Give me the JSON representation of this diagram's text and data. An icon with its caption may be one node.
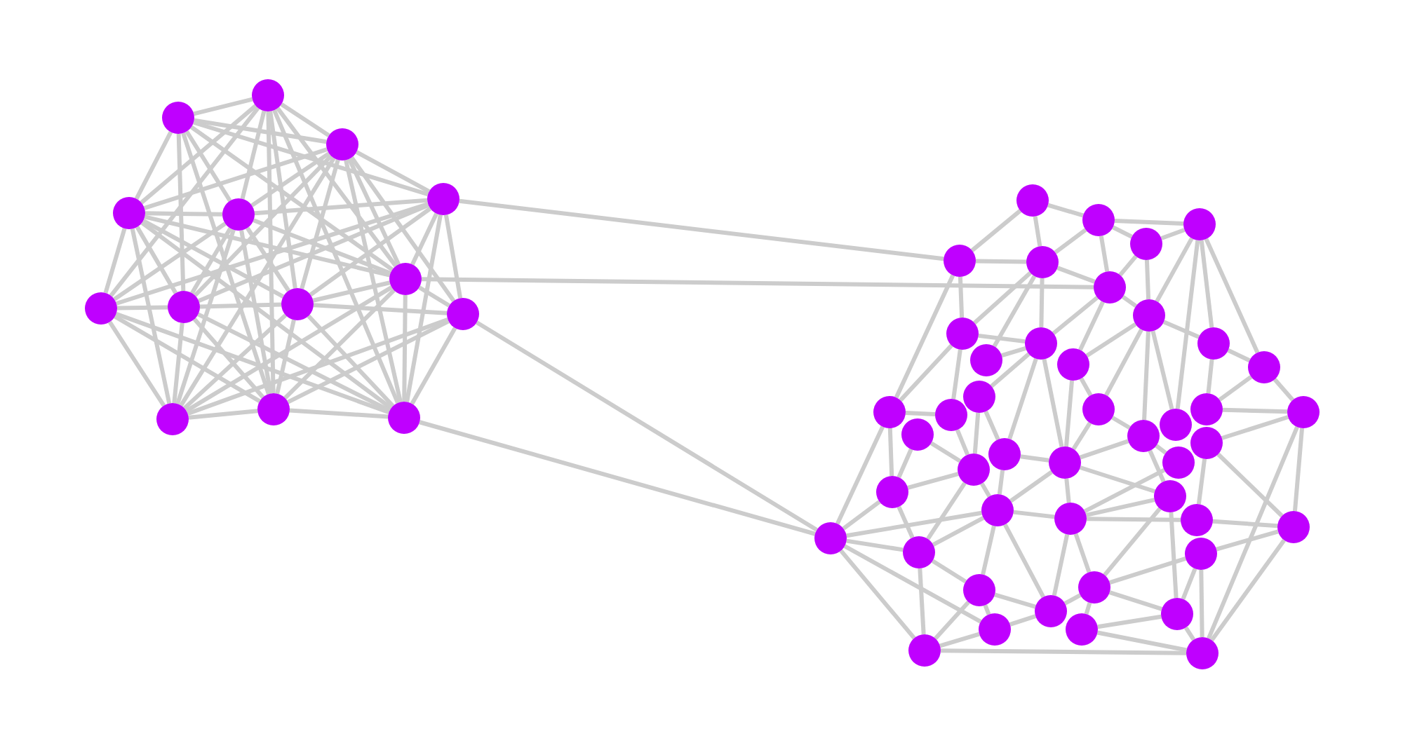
{
  "diagram": {
    "nodes": [
      {
        "text": [],
        "shape": "circle"
      },
      {
        "text": [],
        "shape": "circle"
      },
      {
        "text": [],
        "shape": "circle"
      },
      {
        "text": [],
        "shape": "circle"
      },
      {
        "text": [],
        "shape": "circle"
      },
      {
        "text": [],
        "shape": "circle"
      },
      {
        "text": [],
        "shape": "circle"
      },
      {
        "text": [],
        "shape": "circle"
      },
      {
        "text": [],
        "shape": "circle"
      },
      {
        "text": [],
        "shape": "circle"
      },
      {
        "text": [],
        "shape": "circle"
      },
      {
        "text": [],
        "shape": "circle"
      },
      {
        "text": [],
        "shape": "circle"
      },
      {
        "text": [],
        "shape": "circle"
      },
      {
        "text": [],
        "shape": "circle"
      },
      {
        "text": [],
        "shape": "circle"
      },
      {
        "text": [],
        "shape": "circle"
      },
      {
        "text": [],
        "shape": "circle"
      },
      {
        "text": [],
        "shape": "circle"
      },
      {
        "text": [],
        "shape": "circle"
      },
      {
        "text": [],
        "shape": "circle"
      },
      {
        "text": [],
        "shape": "circle"
      },
      {
        "text": [],
        "shape": "circle"
      },
      {
        "text": [],
        "shape": "circle"
      },
      {
        "text": [],
        "shape": "circle"
      },
      {
        "text": [],
        "shape": "circle"
      },
      {
        "text": [],
        "shape": "circle"
      },
      {
        "text": [],
        "shape": "circle"
      },
      {
        "text": [],
        "shape": "circle"
      },
      {
        "text": [],
        "shape": "circle"
      },
      {
        "text": [],
        "shape": "circle"
      },
      {
        "text": [],
        "shape": "circle"
      },
      {
        "text": [],
        "shape": "circle"
      },
      {
        "text": [],
        "shape": "circle"
      },
      {
        "text": [],
        "shape": "circle"
      },
      {
        "text": [],
        "shape": "circle"
      },
      {
        "text": [],
        "shape": "circle"
      },
      {
        "text": [],
        "shape": "circle"
      },
      {
        "text": [],
        "shape": "circle"
      },
      {
        "text": [],
        "shape": "circle"
      },
      {
        "text": [],
        "shape": "circle"
      },
      {
        "text": [],
        "shape": "circle"
      },
      {
        "text": [],
        "shape": "circle"
      },
      {
        "text": [],
        "shape": "circle"
      },
      {
        "text": [],
        "shape": "circle"
      },
      {
        "text": [],
        "shape": "circle"
      },
      {
        "text": [],
        "shape": "circle"
      },
      {
        "text": [],
        "shape": "circle"
      },
      {
        "text": [],
        "shape": "circle"
      },
      {
        "text": [],
        "shape": "circle"
      },
      {
        "text": [],
        "shape": "circle"
      },
      {
        "text": [],
        "shape": "circle"
      },
      {
        "text": [],
        "shape": "circle"
      },
      {
        "text": [],
        "shape": "circle"
      },
      {
        "text": [],
        "shape": "circle"
      },
      {
        "text": [],
        "shape": "circle"
      },
      {
        "text": [],
        "shape": "circle"
      },
      {
        "text": [],
        "shape": "circle"
      },
      {
        "text": [],
        "shape": "circle"
      }
    ],
    "edges": [
      {
        "from": 0,
        "to": 1,
        "arrow": "none"
      },
      {
        "from": 0,
        "to": 2,
        "arrow": "none"
      },
      {
        "from": 0,
        "to": 4,
        "arrow": "none"
      },
      {
        "from": 0,
        "to": 5,
        "arrow": "none"
      },
      {
        "from": 0,
        "to": 6,
        "arrow": "none"
      },
      {
        "from": 0,
        "to": 7,
        "arrow": "none"
      },
      {
        "from": 0,
        "to": 9,
        "arrow": "none"
      },
      {
        "from": 0,
        "to": 11,
        "arrow": "none"
      },
      {
        "from": 0,
        "to": 12,
        "arrow": "none"
      },
      {
        "from": 1,
        "to": 2,
        "arrow": "none"
      },
      {
        "from": 1,
        "to": 3,
        "arrow": "none"
      },
      {
        "from": 1,
        "to": 4,
        "arrow": "none"
      },
      {
        "from": 1,
        "to": 5,
        "arrow": "none"
      },
      {
        "from": 1,
        "to": 6,
        "arrow": "none"
      },
      {
        "from": 1,
        "to": 8,
        "arrow": "none"
      },
      {
        "from": 1,
        "to": 11,
        "arrow": "none"
      },
      {
        "from": 2,
        "to": 3,
        "arrow": "none"
      },
      {
        "from": 2,
        "to": 4,
        "arrow": "none"
      },
      {
        "from": 2,
        "to": 5,
        "arrow": "none"
      },
      {
        "from": 2,
        "to": 6,
        "arrow": "none"
      },
      {
        "from": 2,
        "to": 7,
        "arrow": "none"
      },
      {
        "from": 2,
        "to": 8,
        "arrow": "none"
      },
      {
        "from": 2,
        "to": 10,
        "arrow": "none"
      },
      {
        "from": 2,
        "to": 12,
        "arrow": "none"
      },
      {
        "from": 2,
        "to": 13,
        "arrow": "none"
      },
      {
        "from": 3,
        "to": 5,
        "arrow": "none"
      },
      {
        "from": 3,
        "to": 6,
        "arrow": "none"
      },
      {
        "from": 3,
        "to": 7,
        "arrow": "none"
      },
      {
        "from": 3,
        "to": 8,
        "arrow": "none"
      },
      {
        "from": 3,
        "to": 9,
        "arrow": "none"
      },
      {
        "from": 3,
        "to": 10,
        "arrow": "none"
      },
      {
        "from": 3,
        "to": 12,
        "arrow": "none"
      },
      {
        "from": 4,
        "to": 5,
        "arrow": "none"
      },
      {
        "from": 4,
        "to": 6,
        "arrow": "none"
      },
      {
        "from": 4,
        "to": 7,
        "arrow": "none"
      },
      {
        "from": 4,
        "to": 8,
        "arrow": "none"
      },
      {
        "from": 4,
        "to": 9,
        "arrow": "none"
      },
      {
        "from": 4,
        "to": 12,
        "arrow": "none"
      },
      {
        "from": 4,
        "to": 13,
        "arrow": "none"
      },
      {
        "from": 5,
        "to": 6,
        "arrow": "none"
      },
      {
        "from": 5,
        "to": 7,
        "arrow": "none"
      },
      {
        "from": 5,
        "to": 8,
        "arrow": "none"
      },
      {
        "from": 5,
        "to": 9,
        "arrow": "none"
      },
      {
        "from": 5,
        "to": 11,
        "arrow": "none"
      },
      {
        "from": 5,
        "to": 13,
        "arrow": "none"
      },
      {
        "from": 6,
        "to": 7,
        "arrow": "none"
      },
      {
        "from": 6,
        "to": 10,
        "arrow": "none"
      },
      {
        "from": 6,
        "to": 11,
        "arrow": "none"
      },
      {
        "from": 6,
        "to": 12,
        "arrow": "none"
      },
      {
        "from": 6,
        "to": 13,
        "arrow": "none"
      },
      {
        "from": 7,
        "to": 8,
        "arrow": "none"
      },
      {
        "from": 7,
        "to": 10,
        "arrow": "none"
      },
      {
        "from": 7,
        "to": 11,
        "arrow": "none"
      },
      {
        "from": 7,
        "to": 12,
        "arrow": "none"
      },
      {
        "from": 7,
        "to": 13,
        "arrow": "none"
      },
      {
        "from": 8,
        "to": 9,
        "arrow": "none"
      },
      {
        "from": 8,
        "to": 11,
        "arrow": "none"
      },
      {
        "from": 8,
        "to": 12,
        "arrow": "none"
      },
      {
        "from": 8,
        "to": 13,
        "arrow": "none"
      },
      {
        "from": 9,
        "to": 11,
        "arrow": "none"
      },
      {
        "from": 9,
        "to": 12,
        "arrow": "none"
      },
      {
        "from": 9,
        "to": 13,
        "arrow": "none"
      },
      {
        "from": 10,
        "to": 11,
        "arrow": "none"
      },
      {
        "from": 10,
        "to": 12,
        "arrow": "none"
      },
      {
        "from": 10,
        "to": 13,
        "arrow": "none"
      },
      {
        "from": 11,
        "to": 12,
        "arrow": "none"
      },
      {
        "from": 11,
        "to": 13,
        "arrow": "none"
      },
      {
        "from": 3,
        "to": 18,
        "arrow": "none"
      },
      {
        "from": 6,
        "to": 20,
        "arrow": "none"
      },
      {
        "from": 10,
        "to": 48,
        "arrow": "none"
      },
      {
        "from": 12,
        "to": 48,
        "arrow": "none"
      },
      {
        "from": 14,
        "to": 15,
        "arrow": "none"
      },
      {
        "from": 15,
        "to": 16,
        "arrow": "none"
      },
      {
        "from": 14,
        "to": 18,
        "arrow": "none"
      },
      {
        "from": 14,
        "to": 19,
        "arrow": "none"
      },
      {
        "from": 15,
        "to": 19,
        "arrow": "none"
      },
      {
        "from": 15,
        "to": 20,
        "arrow": "none"
      },
      {
        "from": 15,
        "to": 17,
        "arrow": "none"
      },
      {
        "from": 16,
        "to": 17,
        "arrow": "none"
      },
      {
        "from": 17,
        "to": 20,
        "arrow": "none"
      },
      {
        "from": 17,
        "to": 21,
        "arrow": "none"
      },
      {
        "from": 16,
        "to": 21,
        "arrow": "none"
      },
      {
        "from": 16,
        "to": 23,
        "arrow": "none"
      },
      {
        "from": 16,
        "to": 27,
        "arrow": "none"
      },
      {
        "from": 18,
        "to": 19,
        "arrow": "none"
      },
      {
        "from": 19,
        "to": 20,
        "arrow": "none"
      },
      {
        "from": 20,
        "to": 21,
        "arrow": "none"
      },
      {
        "from": 18,
        "to": 22,
        "arrow": "none"
      },
      {
        "from": 19,
        "to": 22,
        "arrow": "none"
      },
      {
        "from": 19,
        "to": 24,
        "arrow": "none"
      },
      {
        "from": 19,
        "to": 25,
        "arrow": "none"
      },
      {
        "from": 20,
        "to": 24,
        "arrow": "none"
      },
      {
        "from": 20,
        "to": 26,
        "arrow": "none"
      },
      {
        "from": 21,
        "to": 26,
        "arrow": "none"
      },
      {
        "from": 21,
        "to": 29,
        "arrow": "none"
      },
      {
        "from": 21,
        "to": 36,
        "arrow": "none"
      },
      {
        "from": 21,
        "to": 34,
        "arrow": "none"
      },
      {
        "from": 21,
        "to": 23,
        "arrow": "none"
      },
      {
        "from": 23,
        "to": 30,
        "arrow": "none"
      },
      {
        "from": 23,
        "to": 27,
        "arrow": "none"
      },
      {
        "from": 27,
        "to": 30,
        "arrow": "none"
      },
      {
        "from": 27,
        "to": 33,
        "arrow": "none"
      },
      {
        "from": 30,
        "to": 33,
        "arrow": "none"
      },
      {
        "from": 33,
        "to": 37,
        "arrow": "none"
      },
      {
        "from": 33,
        "to": 47,
        "arrow": "none"
      },
      {
        "from": 37,
        "to": 45,
        "arrow": "none"
      },
      {
        "from": 37,
        "to": 47,
        "arrow": "none"
      },
      {
        "from": 45,
        "to": 47,
        "arrow": "none"
      },
      {
        "from": 34,
        "to": 16,
        "arrow": "none"
      },
      {
        "from": 36,
        "to": 38,
        "arrow": "none"
      },
      {
        "from": 36,
        "to": 42,
        "arrow": "none"
      },
      {
        "from": 29,
        "to": 36,
        "arrow": "none"
      },
      {
        "from": 29,
        "to": 41,
        "arrow": "none"
      },
      {
        "from": 36,
        "to": 41,
        "arrow": "none"
      },
      {
        "from": 41,
        "to": 42,
        "arrow": "none"
      },
      {
        "from": 41,
        "to": 46,
        "arrow": "none"
      },
      {
        "from": 42,
        "to": 46,
        "arrow": "none"
      },
      {
        "from": 38,
        "to": 46,
        "arrow": "none"
      },
      {
        "from": 45,
        "to": 46,
        "arrow": "none"
      },
      {
        "from": 46,
        "to": 51,
        "arrow": "none"
      },
      {
        "from": 42,
        "to": 51,
        "arrow": "none"
      },
      {
        "from": 42,
        "to": 54,
        "arrow": "none"
      },
      {
        "from": 49,
        "to": 54,
        "arrow": "none"
      },
      {
        "from": 47,
        "to": 49,
        "arrow": "none"
      },
      {
        "from": 49,
        "to": 51,
        "arrow": "none"
      },
      {
        "from": 47,
        "to": 58,
        "arrow": "none"
      },
      {
        "from": 49,
        "to": 58,
        "arrow": "none"
      },
      {
        "from": 54,
        "to": 58,
        "arrow": "none"
      },
      {
        "from": 58,
        "to": 33,
        "arrow": "none"
      },
      {
        "from": 54,
        "to": 56,
        "arrow": "none"
      },
      {
        "from": 56,
        "to": 58,
        "arrow": "none"
      },
      {
        "from": 51,
        "to": 54,
        "arrow": "none"
      },
      {
        "from": 51,
        "to": 56,
        "arrow": "none"
      },
      {
        "from": 51,
        "to": 53,
        "arrow": "none"
      },
      {
        "from": 46,
        "to": 53,
        "arrow": "none"
      },
      {
        "from": 44,
        "to": 46,
        "arrow": "none"
      },
      {
        "from": 44,
        "to": 53,
        "arrow": "none"
      },
      {
        "from": 44,
        "to": 52,
        "arrow": "none"
      },
      {
        "from": 52,
        "to": 53,
        "arrow": "none"
      },
      {
        "from": 53,
        "to": 55,
        "arrow": "none"
      },
      {
        "from": 52,
        "to": 55,
        "arrow": "none"
      },
      {
        "from": 55,
        "to": 57,
        "arrow": "none"
      },
      {
        "from": 52,
        "to": 57,
        "arrow": "none"
      },
      {
        "from": 57,
        "to": 58,
        "arrow": "none"
      },
      {
        "from": 50,
        "to": 57,
        "arrow": "none"
      },
      {
        "from": 48,
        "to": 57,
        "arrow": "none"
      },
      {
        "from": 48,
        "to": 50,
        "arrow": "none"
      },
      {
        "from": 48,
        "to": 55,
        "arrow": "none"
      },
      {
        "from": 48,
        "to": 44,
        "arrow": "none"
      },
      {
        "from": 50,
        "to": 52,
        "arrow": "none"
      },
      {
        "from": 44,
        "to": 50,
        "arrow": "none"
      },
      {
        "from": 40,
        "to": 50,
        "arrow": "none"
      },
      {
        "from": 43,
        "to": 50,
        "arrow": "none"
      },
      {
        "from": 43,
        "to": 48,
        "arrow": "none"
      },
      {
        "from": 32,
        "to": 48,
        "arrow": "none"
      },
      {
        "from": 32,
        "to": 43,
        "arrow": "none"
      },
      {
        "from": 35,
        "to": 43,
        "arrow": "none"
      },
      {
        "from": 40,
        "to": 43,
        "arrow": "none"
      },
      {
        "from": 35,
        "to": 40,
        "arrow": "none"
      },
      {
        "from": 31,
        "to": 32,
        "arrow": "none"
      },
      {
        "from": 31,
        "to": 40,
        "arrow": "none"
      },
      {
        "from": 28,
        "to": 40,
        "arrow": "none"
      },
      {
        "from": 28,
        "to": 39,
        "arrow": "none"
      },
      {
        "from": 39,
        "to": 44,
        "arrow": "none"
      },
      {
        "from": 40,
        "to": 44,
        "arrow": "none"
      },
      {
        "from": 41,
        "to": 44,
        "arrow": "none"
      },
      {
        "from": 39,
        "to": 41,
        "arrow": "none"
      },
      {
        "from": 24,
        "to": 39,
        "arrow": "none"
      },
      {
        "from": 24,
        "to": 41,
        "arrow": "none"
      },
      {
        "from": 26,
        "to": 41,
        "arrow": "none"
      },
      {
        "from": 26,
        "to": 29,
        "arrow": "none"
      },
      {
        "from": 24,
        "to": 28,
        "arrow": "none"
      },
      {
        "from": 24,
        "to": 25,
        "arrow": "none"
      },
      {
        "from": 22,
        "to": 24,
        "arrow": "none"
      },
      {
        "from": 22,
        "to": 31,
        "arrow": "none"
      },
      {
        "from": 22,
        "to": 32,
        "arrow": "none"
      },
      {
        "from": 18,
        "to": 32,
        "arrow": "none"
      }
    ]
  }
}
